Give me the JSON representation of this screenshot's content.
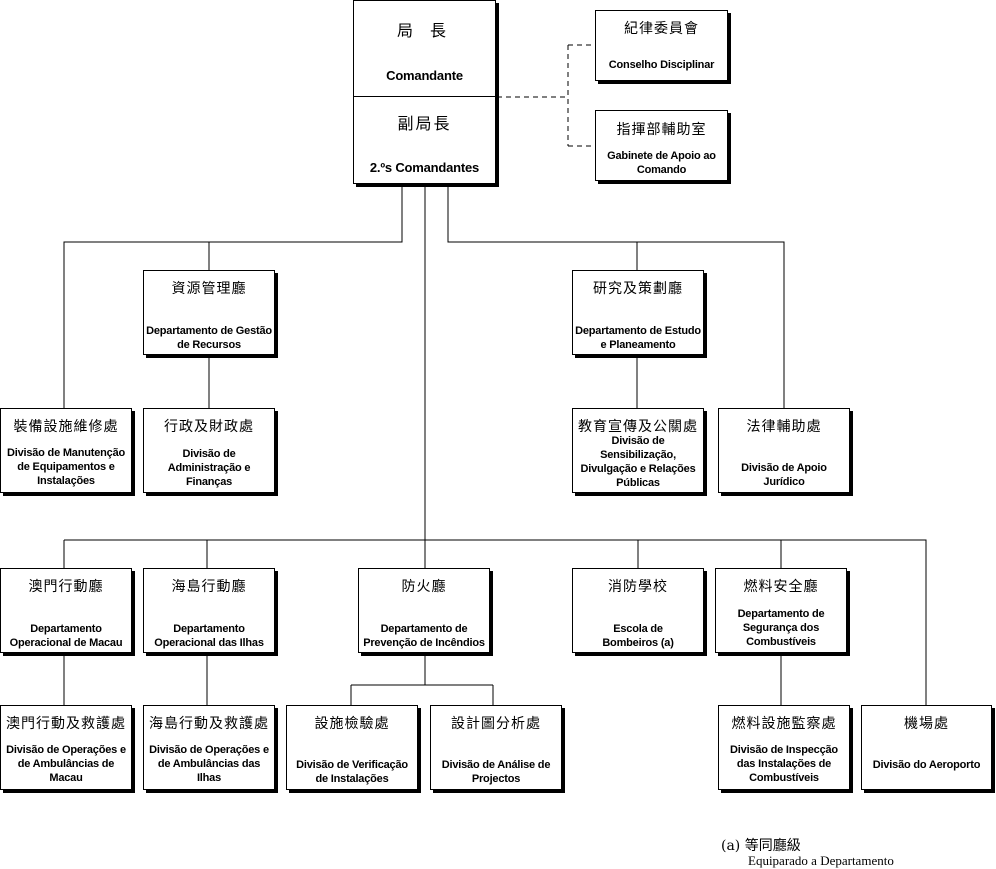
{
  "top": {
    "commandant_zh": "局 長",
    "commandant_pt": "Comandante",
    "deputy_zh": "副局長",
    "deputy_pt": "2.ºs Comandantes"
  },
  "advisory": {
    "discipline": {
      "zh": "紀律委員會",
      "pt": "Conselho Disciplinar"
    },
    "support": {
      "zh": "指揮部輔助室",
      "pt": "Gabinete de Apoio ao Comando"
    }
  },
  "departments": {
    "resources": {
      "zh": "資源管理廳",
      "pt": "Departamento de Gestão de Recursos"
    },
    "study": {
      "zh": "研究及策劃廳",
      "pt": "Departamento de Estudo e Planeamento"
    },
    "macau_ops": {
      "zh": "澳門行動廳",
      "pt": "Departamento Operacional de Macau"
    },
    "islands_ops": {
      "zh": "海島行動廳",
      "pt": "Departamento Operacional das Ilhas"
    },
    "prevention": {
      "zh": "防火廳",
      "pt": "Departamento de Prevenção de Incêndios"
    },
    "school": {
      "zh": "消防學校",
      "pt": "Escola de Bombeiros (a)"
    },
    "fuel": {
      "zh": "燃料安全廳",
      "pt": "Departamento de Segurança dos Combustíveis"
    }
  },
  "divisions": {
    "maintenance": {
      "zh": "裝備設施維修處",
      "pt": "Divisão de Manutenção de Equipamentos e Instalações"
    },
    "admin": {
      "zh": "行政及財政處",
      "pt": "Divisão de Administração e Finanças"
    },
    "awareness": {
      "zh": "教育宣傳及公關處",
      "pt": "Divisão de Sensibilização, Divulgação e Relações Públicas"
    },
    "legal": {
      "zh": "法律輔助處",
      "pt": "Divisão de Apoio Jurídico"
    },
    "macau_amb": {
      "zh": "澳門行動及救護處",
      "pt": "Divisão de Operações e de Ambulâncias de Macau"
    },
    "islands_amb": {
      "zh": "海島行動及救護處",
      "pt": "Divisão de Operações e de Ambulâncias das Ilhas"
    },
    "verification": {
      "zh": "設施檢驗處",
      "pt": "Divisão de Verificação de Instalações"
    },
    "projects": {
      "zh": "設計圖分析處",
      "pt": "Divisão de Análise de Projectos"
    },
    "fuel_inspection": {
      "zh": "燃料設施監察處",
      "pt": "Divisão de Inspecção das Instalações de Combustíveis"
    },
    "airport": {
      "zh": "機場處",
      "pt": "Divisão do Aeroporto"
    }
  },
  "footnote": {
    "zh": "(a) 等同廳級",
    "pt": "Equiparado a Departamento"
  }
}
